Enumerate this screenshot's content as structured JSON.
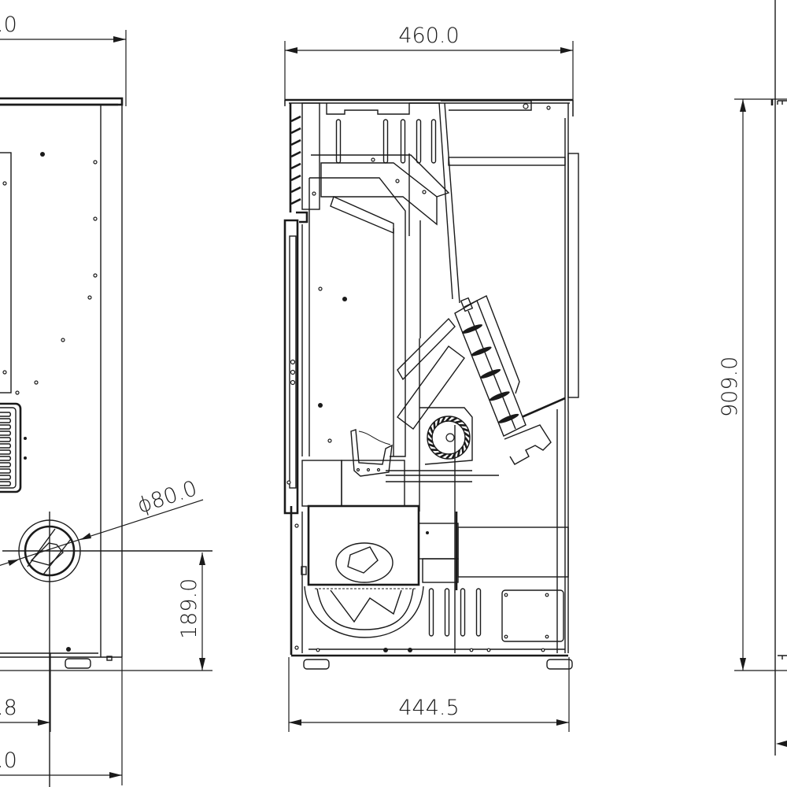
{
  "drawing": {
    "subject": "Pellet stove technical drawing",
    "views": [
      "side-view",
      "section-view",
      "right-view"
    ]
  },
  "dimensions": {
    "left_top_width": ".0",
    "section_top_width": "460.0",
    "section_bottom_width": "444.5",
    "flue_diameter": "ϕ80.0",
    "flue_height": "189.0",
    "left_bottom_offset": ".8",
    "left_bottom_width": ".0",
    "overall_height": "909.0"
  }
}
